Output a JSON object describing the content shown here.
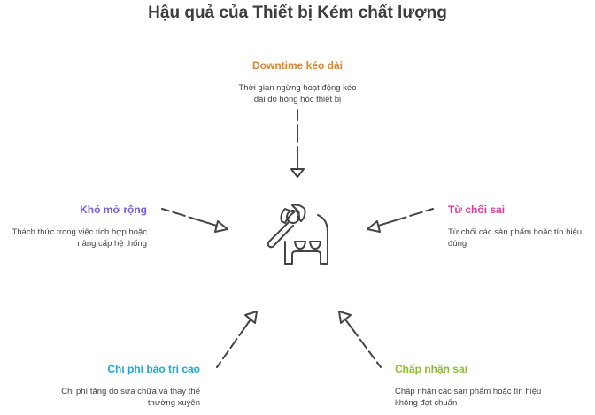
{
  "title": "Hậu quả của Thiết bị Kém chất lượng",
  "center_icon": "axe-machine-icon",
  "nodes": [
    {
      "id": "top",
      "heading": "Downtime kéo dài",
      "description": "Thời gian ngừng hoạt động kéo dài do hỏng hóc thiết bị",
      "color": "#e0832a"
    },
    {
      "id": "left",
      "heading": "Khó mở rộng",
      "description": "Thách thức trong việc tích hợp hoặc nâng cấp hệ thống",
      "color": "#7b5ce0"
    },
    {
      "id": "right",
      "heading": "Từ chối sai",
      "description": "Từ chối các sản phẩm hoặc tín hiệu đúng",
      "color": "#e0389a"
    },
    {
      "id": "bottom-left",
      "heading": "Chi phí bảo trì cao",
      "description": "Chi phí tăng do sửa chữa và thay thế thường xuyên",
      "color": "#1ea6d8"
    },
    {
      "id": "bottom-right",
      "heading": "Chấp nhận sai",
      "description": "Chấp nhận các sản phẩm hoặc tín hiệu không đạt chuẩn",
      "color": "#8cbf2a"
    }
  ],
  "arrow_color": "#444444"
}
